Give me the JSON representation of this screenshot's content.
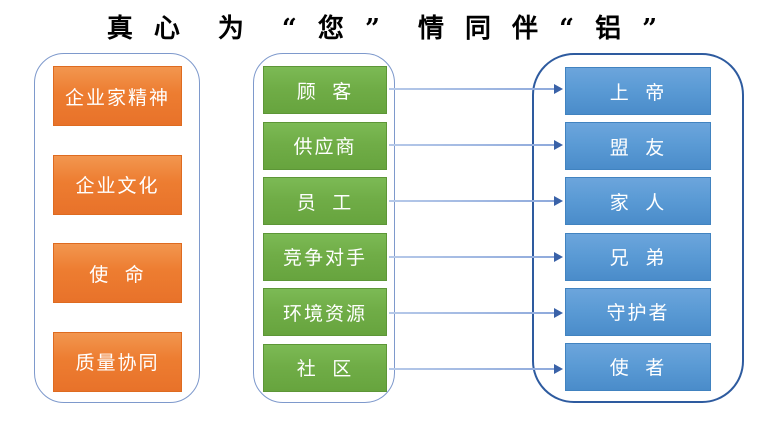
{
  "title": {
    "text": "真 心　为　“ 您 ”　情 同 伴 “ 铝 ”"
  },
  "colors": {
    "orange_box": "#ED7D31",
    "green_box": "#70AD47",
    "blue_box": "#5B9BD5",
    "panel_border_light": "#7E99CC",
    "panel_border_dark": "#2E5B9F",
    "arrow_line": "#8FAADC",
    "arrow_head": "#3A62A8",
    "title_text": "#000000",
    "box_text": "#ffffff"
  },
  "values_panel": {
    "items": [
      "企业家精神",
      "企业文化",
      "使  命",
      "质量协同"
    ]
  },
  "stakeholders_panel": {
    "items": [
      "顾  客",
      "供应商",
      "员  工",
      "竞争对手",
      "环境资源",
      "社  区"
    ]
  },
  "roles_panel": {
    "items": [
      "上  帝",
      "盟  友",
      "家  人",
      "兄  弟",
      "守护者",
      "使  者"
    ]
  },
  "connections": [
    {
      "from": "顾客",
      "to": "上帝"
    },
    {
      "from": "供应商",
      "to": "盟友"
    },
    {
      "from": "员工",
      "to": "家人"
    },
    {
      "from": "竞争对手",
      "to": "兄弟"
    },
    {
      "from": "环境资源",
      "to": "守护者"
    },
    {
      "from": "社区",
      "to": "使者"
    }
  ]
}
